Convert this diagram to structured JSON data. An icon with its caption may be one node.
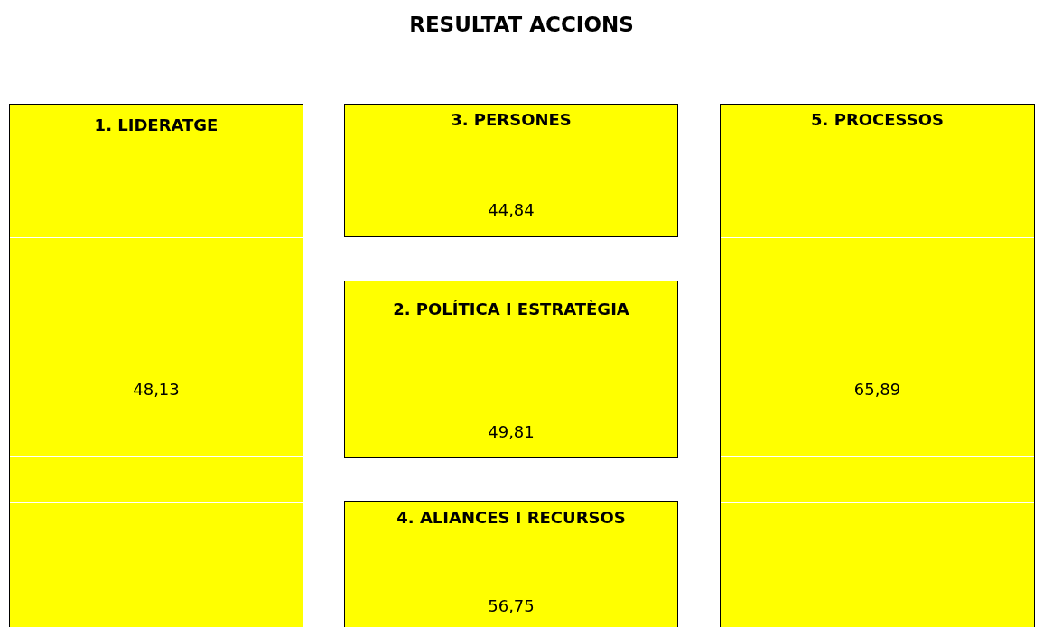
{
  "diagram": {
    "title": "RESULTAT ACCIONS",
    "nodes": [
      {
        "text": [
          "1. LIDERATGE",
          "48,13"
        ]
      },
      {
        "text": [
          "3. PERSONES",
          "44,84"
        ]
      },
      {
        "text": [
          "2. POLÍTICA I ESTRATÈGIA",
          "49,81"
        ]
      },
      {
        "text": [
          "4. ALIANCES I RECURSOS",
          "56,75"
        ]
      },
      {
        "text": [
          "5. PROCESSOS",
          "65,89"
        ]
      }
    ]
  }
}
